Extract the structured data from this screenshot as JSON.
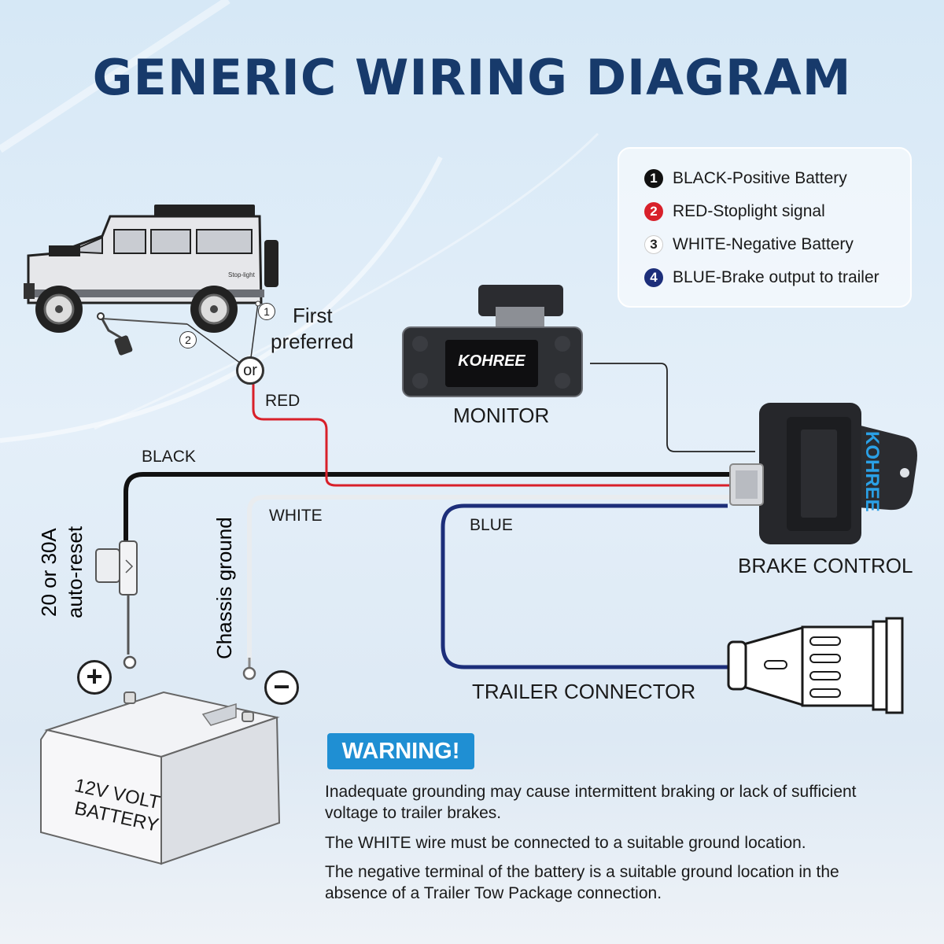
{
  "title": "GENERIC WIRING DIAGRAM",
  "legend": [
    {
      "num": "1",
      "label": "BLACK-Positive Battery",
      "color": "#111111",
      "text_color": "#ffffff"
    },
    {
      "num": "2",
      "label": "RED-Stoplight signal",
      "color": "#d8202a",
      "text_color": "#ffffff"
    },
    {
      "num": "3",
      "label": "WHITE-Negative Battery",
      "color": "#ffffff",
      "text_color": "#222222"
    },
    {
      "num": "4",
      "label": "BLUE-Brake output to trailer",
      "color": "#1c2e7a",
      "text_color": "#ffffff"
    }
  ],
  "vehicle": {
    "marker_1": "1",
    "marker_2": "2",
    "or_label": "or",
    "first_preferred": [
      "First",
      "preferred"
    ],
    "stoplight_tag": "Stop-light"
  },
  "wires": {
    "red": "RED",
    "black": "BLACK",
    "white": "WHITE",
    "blue": "BLUE",
    "colors": {
      "red": "#d8202a",
      "black": "#111111",
      "white": "#e9ecef",
      "blue": "#1c2e7a"
    }
  },
  "monitor": {
    "brand": "KOHREE",
    "label": "MONITOR"
  },
  "brake_control": {
    "brand": "KOHREE",
    "label": "BRAKE CONTROL"
  },
  "trailer_connector": {
    "label": "TRAILER CONNECTOR"
  },
  "fuse": {
    "label": [
      "20 or 30A",
      "auto-reset"
    ]
  },
  "chassis_ground": {
    "label": "Chassis ground"
  },
  "battery": {
    "label": [
      "12V VOLT",
      "BATTERY"
    ],
    "plus": "+",
    "minus": "−"
  },
  "warning": {
    "badge": "WARNING!",
    "paragraphs": [
      [
        "Inadequate grounding may cause intermittent braking or lack of sufficient",
        "voltage to trailer brakes."
      ],
      [
        "The WHITE wire must be connected to a suitable ground location."
      ],
      [
        "The negative terminal of the battery is a suitable ground location in the",
        "absence of a Trailer Tow Package connection."
      ]
    ]
  },
  "accent_color": "#173a6b",
  "badge_color": "#1f8fd3"
}
